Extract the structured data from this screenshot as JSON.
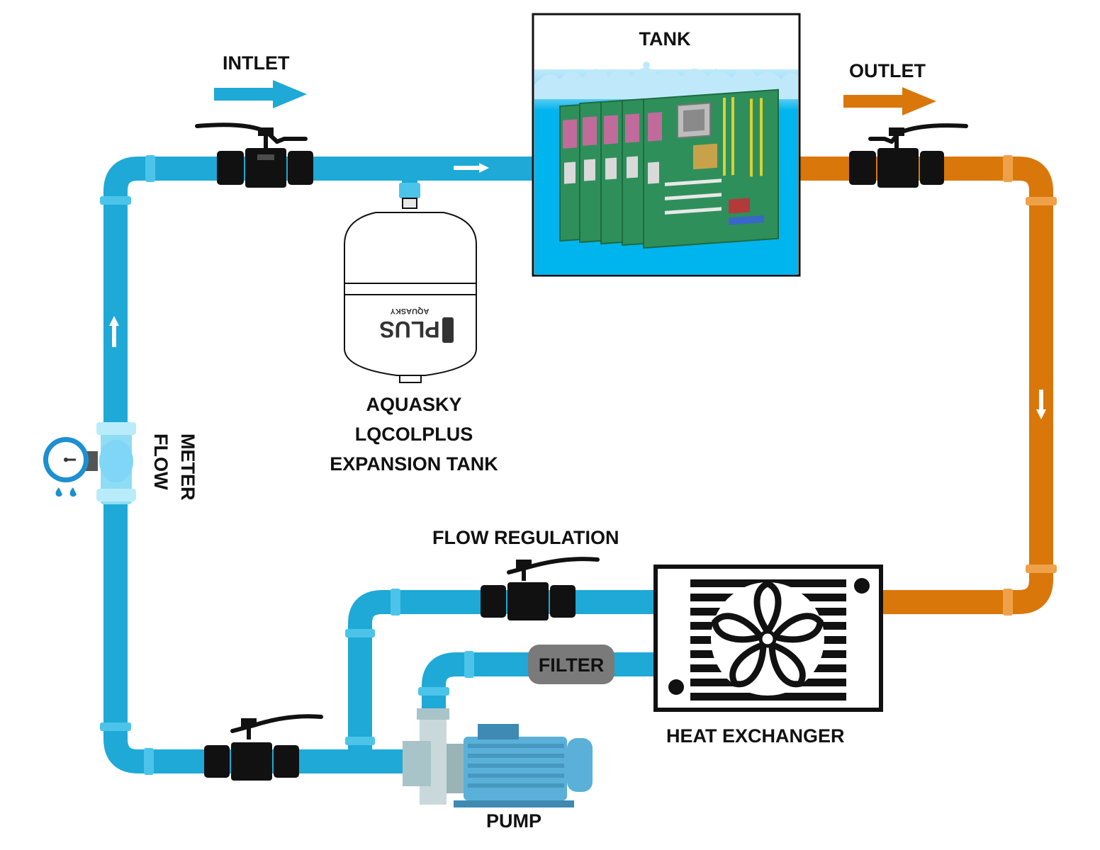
{
  "labels": {
    "intlet": "INTLET",
    "tank": "TANK",
    "outlet": "OUTLET",
    "expansion_tank": [
      "AQUASKY",
      "LQCOLPLUS",
      "EXPANSION TANK"
    ],
    "flow_meter": [
      "FLOW",
      "METER"
    ],
    "flow_regulation": "FLOW REGULATION",
    "filter": "FILTER",
    "heat_exchanger": "HEAT EXCHANGER",
    "pump": "PUMP",
    "tank_logo_brand": "AQUASKY",
    "tank_logo_word": "PLUS"
  },
  "colors": {
    "cold_pipe": "#1ea9d6",
    "cold_joint": "#4cc4ea",
    "hot_pipe": "#d9770b",
    "hot_joint": "#efa14a",
    "valve": "#111111",
    "water": "#00b4ee",
    "pcb": "#2f8f5a",
    "filter": "#7a7a7a",
    "pump": "#5ab0d8"
  },
  "icons": [
    "valve-icon",
    "pressure-gauge-icon",
    "fan-icon",
    "pump-icon",
    "circuit-board-icon",
    "flow-arrow-icon"
  ]
}
